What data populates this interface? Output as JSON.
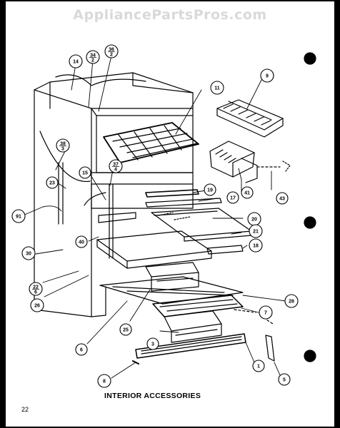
{
  "watermark": "AppliancePartsPros.com",
  "caption": "INTERIOR ACCESSORIES",
  "page_number": "22",
  "callouts": [
    {
      "id": "c-14",
      "label": "14"
    },
    {
      "id": "c-34",
      "label": "34",
      "sub": "2"
    },
    {
      "id": "c-36",
      "label": "36",
      "sub": "2"
    },
    {
      "id": "c-11",
      "label": "11"
    },
    {
      "id": "c-9",
      "label": "9"
    },
    {
      "id": "c-38",
      "label": "38",
      "sub": "3"
    },
    {
      "id": "c-37",
      "label": "37",
      "sub": "4"
    },
    {
      "id": "c-15",
      "label": "15"
    },
    {
      "id": "c-23",
      "label": "23"
    },
    {
      "id": "c-19",
      "label": "19"
    },
    {
      "id": "c-17",
      "label": "17"
    },
    {
      "id": "c-41",
      "label": "41"
    },
    {
      "id": "c-43",
      "label": "43"
    },
    {
      "id": "c-91",
      "label": "91"
    },
    {
      "id": "c-20",
      "label": "20"
    },
    {
      "id": "c-21",
      "label": "21"
    },
    {
      "id": "c-40",
      "label": "40"
    },
    {
      "id": "c-18",
      "label": "18"
    },
    {
      "id": "c-30",
      "label": "30"
    },
    {
      "id": "c-22",
      "label": "22",
      "sub": "6"
    },
    {
      "id": "c-26",
      "label": "26"
    },
    {
      "id": "c-28",
      "label": "28"
    },
    {
      "id": "c-7",
      "label": "7"
    },
    {
      "id": "c-25",
      "label": "25"
    },
    {
      "id": "c-3",
      "label": "3"
    },
    {
      "id": "c-6",
      "label": "6"
    },
    {
      "id": "c-1",
      "label": "1"
    },
    {
      "id": "c-5",
      "label": "5"
    },
    {
      "id": "c-8",
      "label": "8"
    }
  ]
}
